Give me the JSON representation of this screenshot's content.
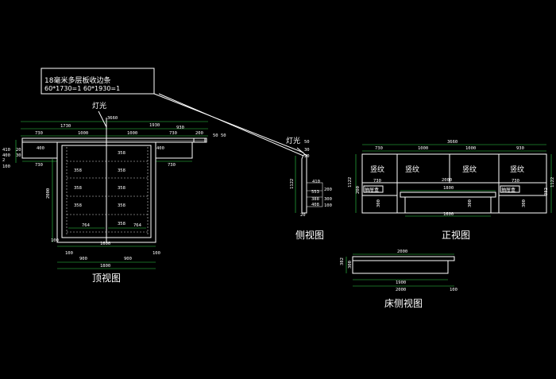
{
  "note": {
    "title": "18毫米多层板收边条",
    "line2": "60*1730=1   60*1930=1"
  },
  "labels": {
    "light_top": "灯光",
    "light_side": "灯光",
    "top_view": "顶视图",
    "side_view": "侧视图",
    "front_view": "正视图",
    "bed_side_view": "床侧视图",
    "vertical_grain": "竖纹",
    "drawer": "抽屉盒"
  },
  "top_view_dims": {
    "overall": "3660",
    "left_total": "1730",
    "right_total": "1930",
    "d1000a": "1000",
    "d1000b": "1000",
    "d930": "930",
    "d200": "200",
    "d730a": "730",
    "d730b": "730",
    "d730c": "730",
    "d730d": "730",
    "d400a": "400",
    "d400b": "400",
    "d50": "50",
    "d2000": "2000",
    "d764a": "764",
    "d764b": "764",
    "d358": "358",
    "d100a": "100",
    "d100b": "100",
    "d900a": "900",
    "d900b": "900",
    "d1600": "1600",
    "d1800": "1800",
    "d410": "410",
    "d400c": "400",
    "d2": "2",
    "d100c": "100",
    "d200v": "200",
    "d20": "20",
    "d30": "30",
    "d50b": "50"
  },
  "side_view_dims": {
    "d50": "50",
    "d30": "30",
    "d20": "20",
    "d410": "410",
    "d553": "553",
    "d200": "200",
    "d388": "388",
    "d408": "408",
    "d1122": "1122",
    "d300": "300",
    "d100": "100",
    "d20b": "20"
  },
  "front_view_dims": {
    "overall": "3660",
    "d730a": "730",
    "d1000a": "1000",
    "d1000b": "1000",
    "d930": "930",
    "d730b": "730",
    "d730c": "730",
    "d2000": "2000",
    "d1800": "1800",
    "d1600": "1600",
    "d300a": "300",
    "d300b": "300",
    "d300c": "300",
    "d200": "200",
    "d1122a": "1122",
    "d1122b": "1122",
    "d382": "382"
  },
  "bed_side_dims": {
    "top": "2000",
    "d1900": "1900",
    "d2000": "2000",
    "d100": "100",
    "d300": "300",
    "d382": "382"
  }
}
